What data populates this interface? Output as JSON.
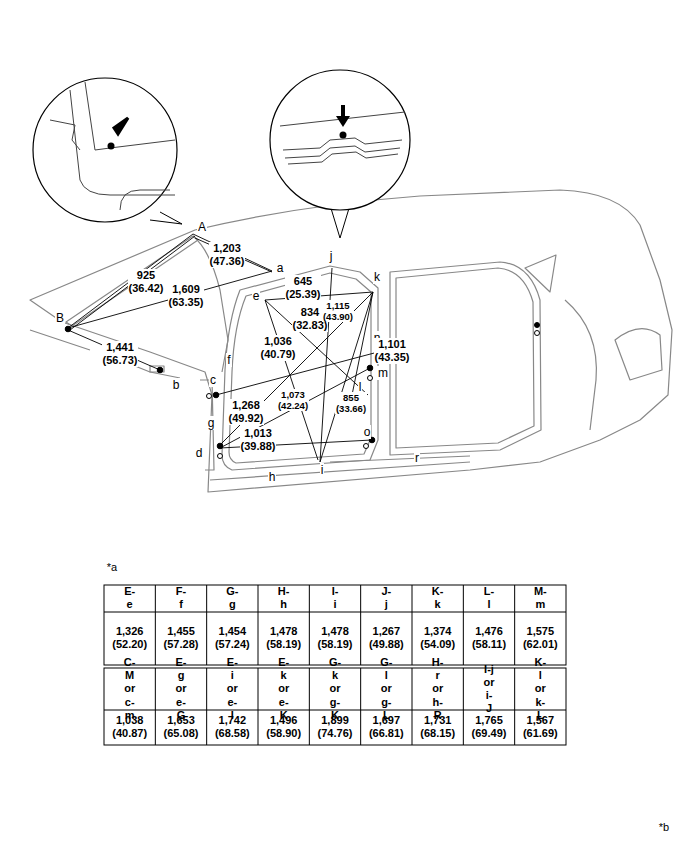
{
  "diagram": {
    "labels": [
      "A",
      "1,203 (47.36)",
      "j",
      "a",
      "925 (36.42)",
      "645 (25.39)",
      "1,609 (63.35)",
      "e",
      "k",
      "834 (32.83)",
      "1,115 (43.90)",
      "B",
      "1,036 (40.79)",
      "1,441 (56.73)",
      "n",
      "1,101 (43.35)",
      "f",
      "m",
      "c",
      "b",
      "l",
      "1,073 (42.24)",
      "855 (33.66)",
      "1,268 (49.92)",
      "g",
      "1,013 (39.88)",
      "o",
      "d",
      "r",
      "i",
      "h",
      "*a",
      "E-e",
      "F-f",
      "G-g",
      "H-h",
      "I-i",
      "J-j",
      "K-k",
      "L-l",
      "M-m",
      "1,326 (52.20)",
      "1,455 (57.28)",
      "1,454 (57.24)",
      "1,478 (58.19)",
      "1,478 (58.19)",
      "1,267 (49.88)",
      "1,374 (54.09)",
      "1,476 (58.11)",
      "1,575 (62.01)",
      "C-M or c-m",
      "E-g or e-G",
      "E-i or e-I",
      "E-k or e-K",
      "G-k or g-K",
      "G-l or g-L",
      "H-r or h-R",
      "I-j or i-J",
      "K-l or k-L",
      "1,038 (40.87)",
      "1,653 (65.08)",
      "1,742 (68.58)",
      "1,496 (58.90)",
      "1,899 (74.76)",
      "1,697 (66.81)",
      "1,731 (68.15)",
      "1,765 (69.49)",
      "1,567 (61.69)",
      "*b"
    ]
  }
}
